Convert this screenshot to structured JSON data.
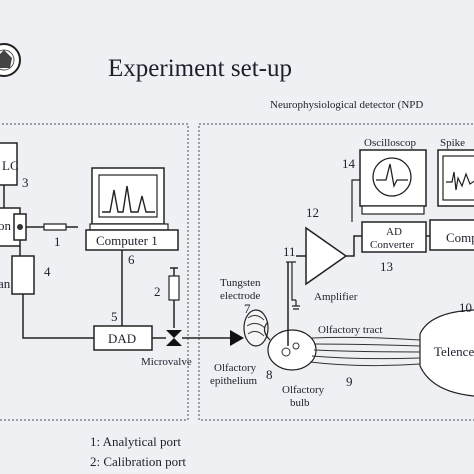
{
  "title": "Experiment set-up",
  "npd_label": "Neurophysiological detector (NPD",
  "components": {
    "hplc_fragment": "LC",
    "num_3": "3",
    "injection_fragment": "on",
    "num_1": "1",
    "column_fragment": "an",
    "num_4": "4",
    "num_5": "5",
    "dad": "DAD",
    "microvalve": "Microvalve",
    "computer1": "Computer 1",
    "num_6": "6",
    "num_2": "2",
    "num_7": "7",
    "tungsten_1": "Tungsten",
    "tungsten_2": "electrode",
    "olfactory_epithelium_1": "Olfactory",
    "olfactory_epithelium_2": "epithelium",
    "olfactory_bulb_1": "Olfactory",
    "olfactory_bulb_2": "bulb",
    "olfactory_tract": "Olfactory tract",
    "num_8": "8",
    "num_9": "9",
    "num_10": "10",
    "telencephalon_fragment": "Telencep",
    "num_11": "11",
    "num_12": "12",
    "amplifier": "Amplifier",
    "num_13": "13",
    "ad_1": "AD",
    "ad_2": "Converter",
    "num_14": "14",
    "oscilloscope": "Oscilloscop",
    "spike_fragment": "Spike",
    "computer2_fragment": "Comp"
  },
  "ports": [
    "1: Analytical port",
    "2: Calibration port"
  ]
}
